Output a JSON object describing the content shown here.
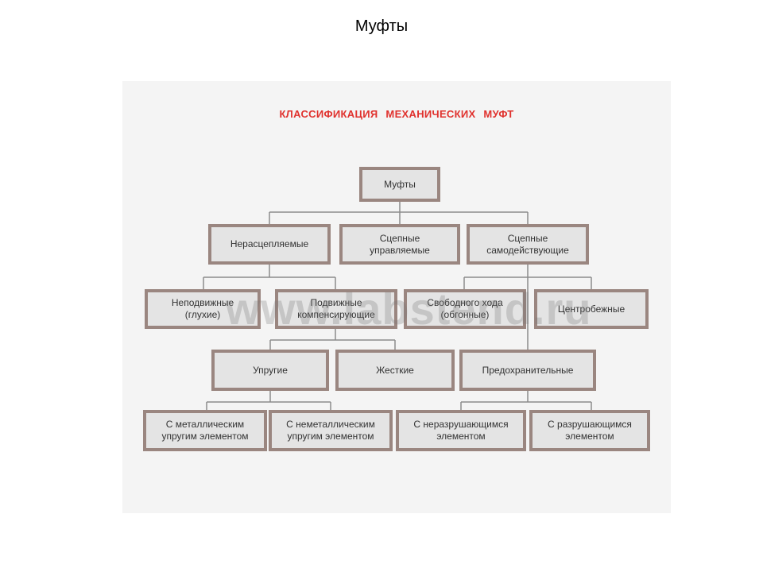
{
  "slide": {
    "title": "Муфты"
  },
  "diagram": {
    "heading": "КЛАССИФИКАЦИЯ МЕХАНИЧЕСКИХ МУФТ",
    "watermark": "www.labstend.ru",
    "colors": {
      "heading": "#e0312d",
      "box_border": "#9a8680",
      "box_fill": "#e4e4e4",
      "connector": "#8c8c8c"
    },
    "nodes": {
      "root": "Муфты",
      "non_disengaging": "Нерасцепляемые",
      "controlled": "Сцепные\nуправляемые",
      "self_acting": "Сцепные\nсамодействующие",
      "fixed": "Неподвижные\n(глухие)",
      "movable": "Подвижные\nкомпенсирующие",
      "freewheel": "Свободного хода\n(обгонные)",
      "centrifugal": "Центробежные",
      "elastic": "Упругие",
      "rigid": "Жесткие",
      "safety": "Предохранительные",
      "metal_elastic": "С металлическим\nупругим элементом",
      "nonmetal_elastic": "С неметаллическим\nупругим элементом",
      "non_breaking": "С неразрушающимся\nэлементом",
      "breaking": "С разрушающимся\nэлементом"
    }
  }
}
